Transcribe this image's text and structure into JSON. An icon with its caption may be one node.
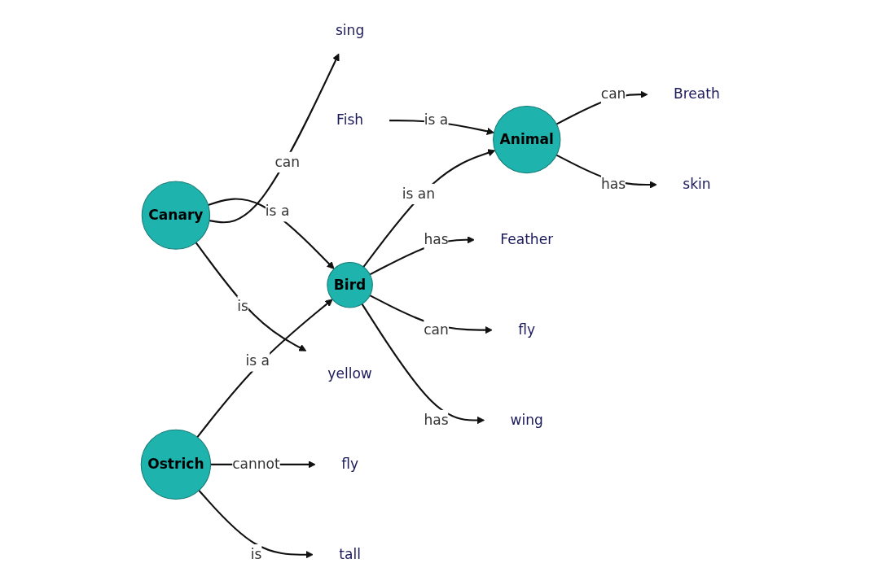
{
  "diagram": {
    "nodes": [
      {
        "text": [
          "Breath"
        ]
      },
      {
        "text": [
          "skin"
        ]
      },
      {
        "text": [
          "Animal"
        ]
      },
      {
        "text": [
          "Feather"
        ]
      },
      {
        "text": [
          "Bird"
        ]
      },
      {
        "text": [
          "fly"
        ]
      },
      {
        "text": [
          "Fish"
        ]
      },
      {
        "text": [
          "wing"
        ]
      },
      {
        "text": [
          "Canary"
        ]
      },
      {
        "text": [
          "Ostrich"
        ]
      },
      {
        "text": [
          "sing"
        ]
      },
      {
        "text": [
          "yellow"
        ]
      },
      {
        "text": [
          "tall"
        ]
      },
      {
        "text": [
          "fly"
        ]
      }
    ],
    "edges": [
      {
        "from": 2,
        "to": 0,
        "arrow": "to",
        "label": "can"
      },
      {
        "from": 2,
        "to": 1,
        "arrow": "to",
        "label": "has"
      },
      {
        "from": 4,
        "to": 2,
        "arrow": "to",
        "label": "is an"
      },
      {
        "from": 6,
        "to": 2,
        "arrow": "to",
        "label": "is a"
      },
      {
        "from": 4,
        "to": 3,
        "arrow": "to",
        "label": "has"
      },
      {
        "from": 4,
        "to": 5,
        "arrow": "to",
        "label": "can"
      },
      {
        "from": 4,
        "to": 7,
        "arrow": "to",
        "label": "has"
      },
      {
        "from": 8,
        "to": 4,
        "arrow": "to",
        "label": "is a"
      },
      {
        "from": 9,
        "to": 4,
        "arrow": "to",
        "label": "is a"
      },
      {
        "from": 8,
        "to": 10,
        "arrow": "to",
        "label": "can"
      },
      {
        "from": 8,
        "to": 11,
        "arrow": "to",
        "label": "is"
      },
      {
        "from": 9,
        "to": 13,
        "arrow": "to",
        "label": "cannot"
      },
      {
        "from": 9,
        "to": 12,
        "arrow": "to",
        "label": "is"
      }
    ]
  }
}
